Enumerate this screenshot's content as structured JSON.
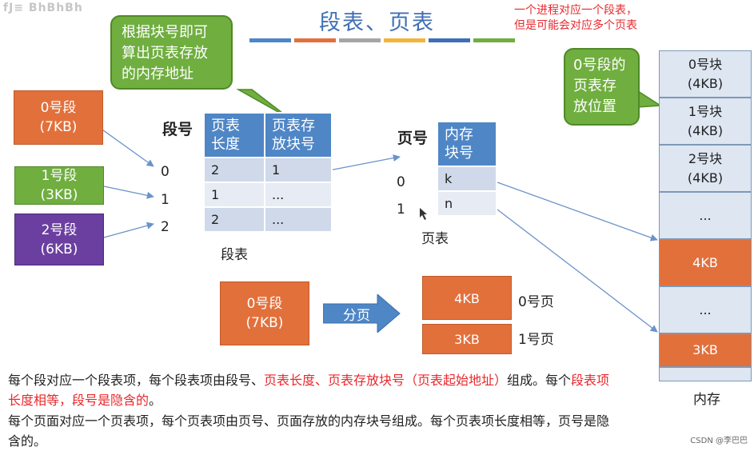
{
  "logo_text": "fJ≡  BhBhBh",
  "title": "段表、页表",
  "title_bar_colors": [
    "#4f86c6",
    "#e2703b",
    "#a5a5a5",
    "#f3b43a",
    "#3f6fb5",
    "#6fae3f"
  ],
  "note": {
    "line1": "一个进程对应一个段表，",
    "line2": "但是可能会对应多个页表"
  },
  "callout_left": {
    "line1": "根据块号即可",
    "line2": "算出页表存放",
    "line3": "的内存地址"
  },
  "callout_right": {
    "line1": "0号段的",
    "line2": "页表存",
    "line3": "放位置"
  },
  "segments": [
    {
      "name": "0号段",
      "size": "(7KB)",
      "color": "#e2703b"
    },
    {
      "name": "1号段",
      "size": "(3KB)",
      "color": "#6fae3f"
    },
    {
      "name": "2号段",
      "size": "(6KB)",
      "color": "#6b3fa0"
    }
  ],
  "segment_table": {
    "index_header": "段号",
    "indices": [
      "0",
      "1",
      "2"
    ],
    "col1_line1": "页表",
    "col1_line2": "长度",
    "col2_line1": "页表存",
    "col2_line2": "放块号",
    "rows": [
      {
        "len": "2",
        "block": "1"
      },
      {
        "len": "1",
        "block": "..."
      },
      {
        "len": "2",
        "block": "..."
      }
    ],
    "caption": "段表"
  },
  "page_table": {
    "index_header": "页号",
    "indices": [
      "0",
      "1"
    ],
    "col_line1": "内存",
    "col_line2": "块号",
    "rows": [
      "k",
      "n"
    ],
    "caption": "页表"
  },
  "paging": {
    "segment_name": "0号段",
    "segment_size": "(7KB)",
    "arrow_label": "分页",
    "pages": [
      {
        "size": "4KB",
        "label": "0号页"
      },
      {
        "size": "3KB",
        "label": "1号页"
      }
    ]
  },
  "memory": {
    "caption": "内存",
    "cells": [
      {
        "line1": "0号块",
        "line2": "(4KB)",
        "kind": "light"
      },
      {
        "line1": "1号块",
        "line2": "(4KB)",
        "kind": "light"
      },
      {
        "line1": "2号块",
        "line2": "(4KB)",
        "kind": "light"
      },
      {
        "line1": "...",
        "line2": "",
        "kind": "light"
      },
      {
        "line1": "4KB",
        "line2": "",
        "kind": "orange"
      },
      {
        "line1": "...",
        "line2": "",
        "kind": "light"
      },
      {
        "line1": "3KB",
        "line2": "",
        "kind": "orange"
      },
      {
        "line1": "",
        "line2": "",
        "kind": "light"
      }
    ]
  },
  "paragraph1": {
    "p1": "每个段对应一个段表项，每个段表项由段号、",
    "red1": "页表长度、页表存放块号（页表起始地址）",
    "p2": "组成。每个",
    "red2": "段表项长度相等，段号是隐含的",
    "p3": "。"
  },
  "paragraph2": "每个页面对应一个页表项，每个页表项由页号、页面存放的内存块号组成。每个页表项长度相等，页号是隐含的。",
  "watermark": "CSDN @李巴巴"
}
